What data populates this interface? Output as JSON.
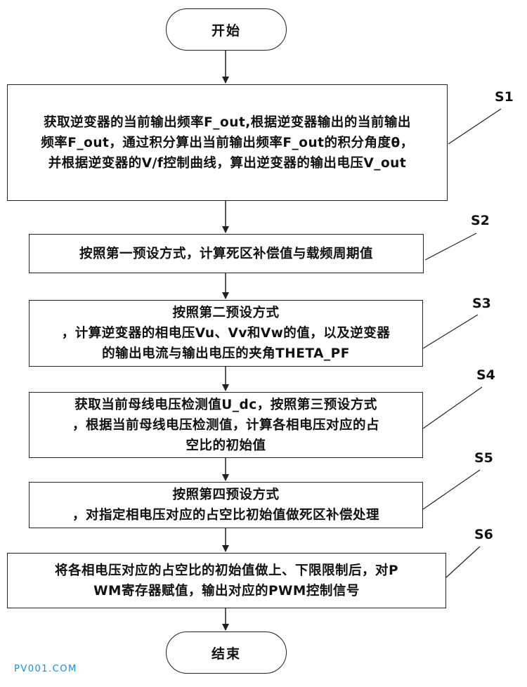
{
  "start": "开始",
  "end": "结束",
  "steps": [
    {
      "label": "S1",
      "lines": [
        "获取逆变器的当前输出频率F_out,根据逆变器输出的当前输出",
        "频率F_out，通过积分算出当前输出频率F_out的积分角度θ，",
        "并根据逆变器的V/f控制曲线，算出逆变器的输出电压V_out"
      ]
    },
    {
      "label": "S2",
      "lines": [
        "按照第一预设方式，计算死区补偿值与载频周期值"
      ]
    },
    {
      "label": "S3",
      "lines": [
        "按照第二预设方式",
        "，计算逆变器的相电压Vu、Vv和Vw的值，以及逆变器",
        "的输出电流与输出电压的夹角THETA_PF"
      ]
    },
    {
      "label": "S4",
      "lines": [
        "获取当前母线电压检测值U_dc，按照第三预设方式",
        "，根据当前母线电压检测值，计算各相电压对应的占",
        "空比的初始值"
      ]
    },
    {
      "label": "S5",
      "lines": [
        "按照第四预设方式",
        "，对指定相电压对应的占空比初始值做死区补偿处理"
      ]
    },
    {
      "label": "S6",
      "lines": [
        "将各相电压对应的占空比的初始值做上、下限限制后，对P",
        "WM寄存器赋值，输出对应的PWM控制信号"
      ]
    }
  ],
  "watermark": "PV001.COM"
}
